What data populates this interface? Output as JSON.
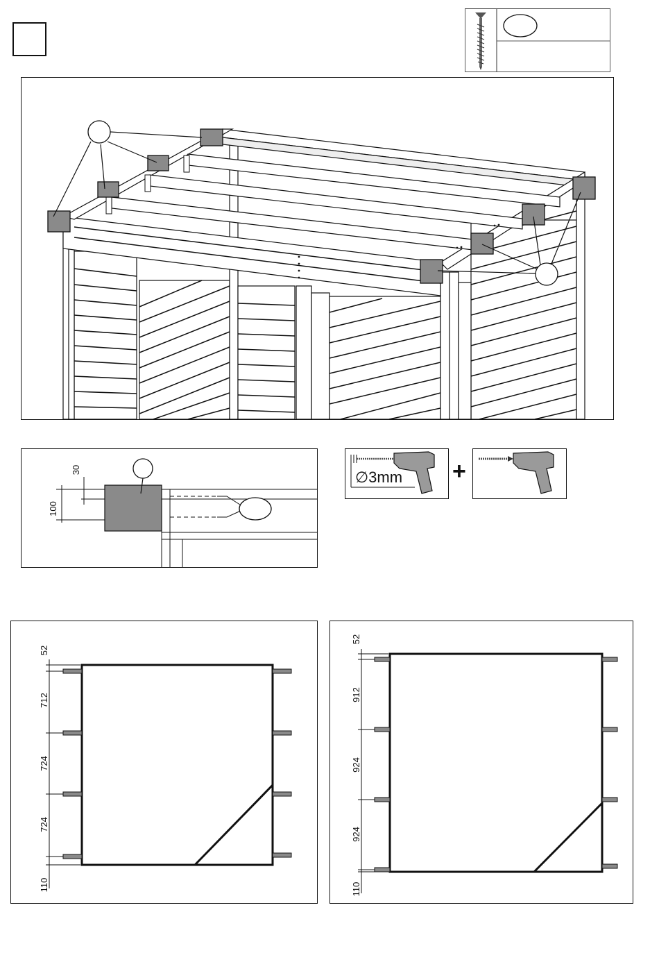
{
  "step": {
    "number": ""
  },
  "parts": {
    "screw_qty": ""
  },
  "main_scene": {
    "callout_left": "",
    "callout_right": ""
  },
  "detail": {
    "dim_height": "100",
    "dim_offset": "30",
    "callout_block": "",
    "callout_screw": ""
  },
  "tools": {
    "drill_diameter": "∅3mm",
    "plus": "+"
  },
  "plan_left": {
    "dims": [
      "52",
      "712",
      "724",
      "724",
      "110"
    ]
  },
  "plan_right": {
    "dims": [
      "52",
      "912",
      "924",
      "924",
      "110"
    ]
  },
  "colors": {
    "block_gray": "#8a8a8a",
    "line": "#111111",
    "drill_body": "#9a9a9a"
  }
}
